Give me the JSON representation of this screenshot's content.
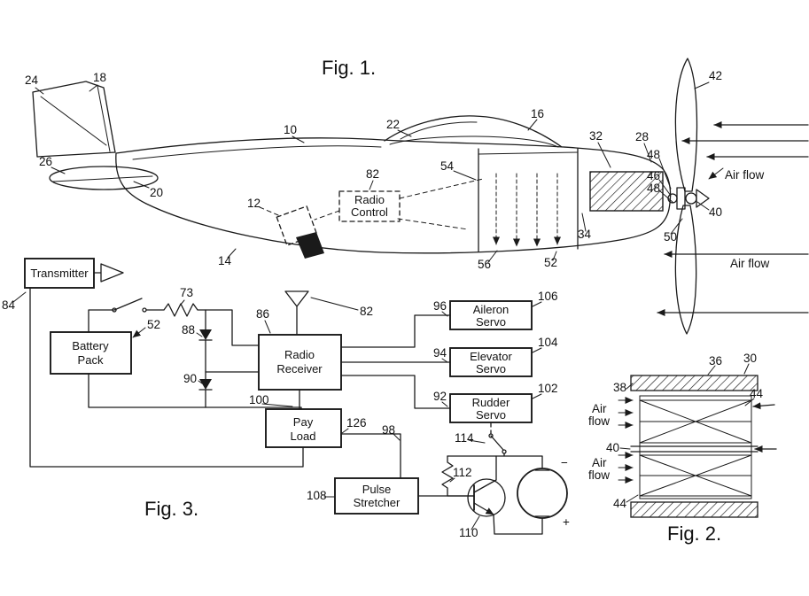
{
  "colors": {
    "ink": "#1a1a1a",
    "paper": "#ffffff"
  },
  "fig1": {
    "title": "Fig. 1.",
    "radio_control_line1": "Radio",
    "radio_control_line2": "Control",
    "air_flow_top": "Air flow",
    "air_flow_bottom": "Air flow",
    "ref": {
      "n24": "24",
      "n18": "18",
      "n26": "26",
      "n20": "20",
      "n10": "10",
      "n12": "12",
      "n14": "14",
      "n82": "82",
      "n22": "22",
      "n54": "54",
      "n16": "16",
      "n32": "32",
      "n28": "28",
      "n48a": "48",
      "n46": "46",
      "n48b": "48",
      "n40": "40",
      "n50": "50",
      "n34": "34",
      "n56": "56",
      "n52": "52",
      "n42": "42"
    }
  },
  "fig3": {
    "title": "Fig. 3.",
    "transmitter": "Transmitter",
    "battery_line1": "Battery",
    "battery_line2": "Pack",
    "receiver_line1": "Radio",
    "receiver_line2": "Receiver",
    "payload_line1": "Pay",
    "payload_line2": "Load",
    "aileron_line1": "Aileron",
    "aileron_line2": "Servo",
    "elevator_line1": "Elevator",
    "elevator_line2": "Servo",
    "rudder_line1": "Rudder",
    "rudder_line2": "Servo",
    "pulse_line1": "Pulse",
    "pulse_line2": "Stretcher",
    "minus": "−",
    "plus": "+",
    "ref": {
      "n84": "84",
      "n73": "73",
      "n52": "52",
      "n88": "88",
      "n90": "90",
      "n86": "86",
      "n82": "82",
      "n96": "96",
      "n106": "106",
      "n94": "94",
      "n104": "104",
      "n92": "92",
      "n102": "102",
      "n100": "100",
      "n126": "126",
      "n98": "98",
      "n114": "114",
      "n108": "108",
      "n112": "112",
      "n110": "110"
    }
  },
  "fig2": {
    "title": "Fig. 2.",
    "air1_line1": "Air",
    "air1_line2": "flow",
    "air2_line1": "Air",
    "air2_line2": "flow",
    "ref": {
      "n36": "36",
      "n30": "30",
      "n38": "38",
      "n44a": "44",
      "n40": "40",
      "n44b": "44"
    }
  }
}
